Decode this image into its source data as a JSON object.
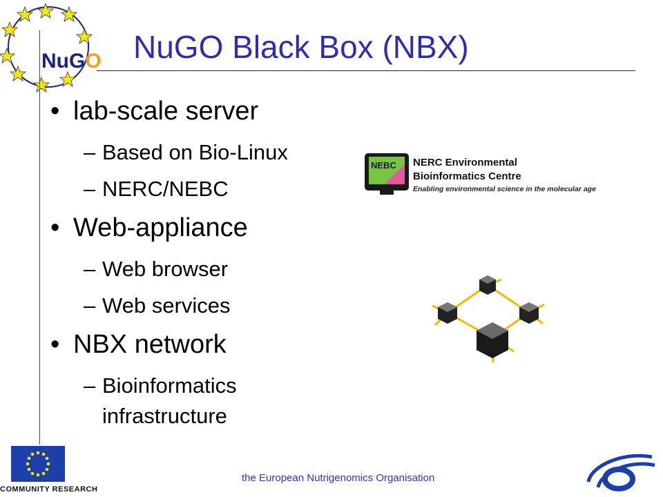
{
  "slide": {
    "title": "NuGO Black Box (NBX)",
    "bullets": [
      {
        "label": "lab-scale server",
        "sub": [
          "Based on Bio-Linux",
          "NERC/NEBC"
        ]
      },
      {
        "label": "Web-appliance",
        "sub": [
          "Web browser",
          "Web services"
        ]
      },
      {
        "label": "NBX network",
        "sub": [
          "Bioinformatics",
          "infrastructure"
        ]
      }
    ]
  },
  "logos": {
    "nugo": {
      "text_nu": "Nu",
      "text_g": "G",
      "text_o": "O"
    },
    "nebc": {
      "badge": "NEBC",
      "line1": "NERC Environmental",
      "line2": "Bioinformatics Centre",
      "tagline": "Enabling environmental science in the molecular age"
    },
    "eu_caption": "COMMUNITY RESEARCH"
  },
  "footer": {
    "text": "the European Nutrigenomics Organisation"
  },
  "colors": {
    "title": "#2e2ea6",
    "footer": "#3030c0",
    "network_link": "#f5b800",
    "nugo_orange": "#f0a020"
  },
  "icons": [
    "nugo-logo-icon",
    "nebc-logo-icon",
    "network-diagram-icon",
    "eu-flag-icon",
    "fp6-logo-icon"
  ]
}
